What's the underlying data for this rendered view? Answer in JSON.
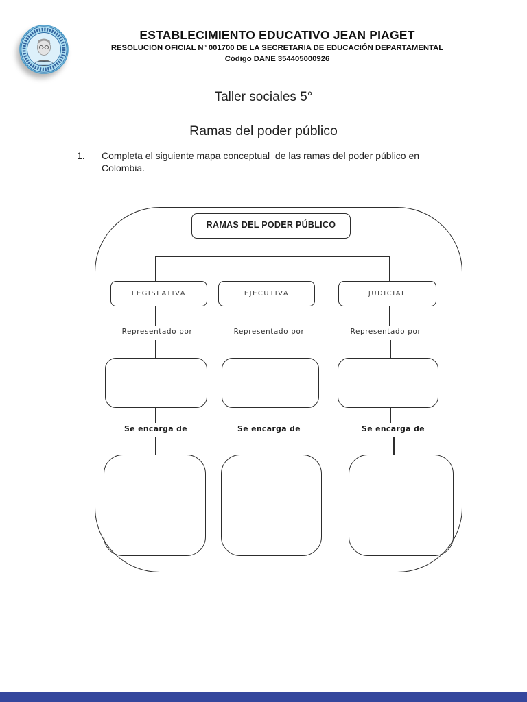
{
  "header": {
    "school_name": "ESTABLECIMIENTO EDUCATIVO JEAN PIAGET",
    "resolution": "RESOLUCION OFICIAL Nº 001700 DE LA SECRETARIA DE EDUCACIÓN DEPARTAMENTAL",
    "dane_code": "Código DANE 354405000926",
    "logo": "jean-piaget-school-seal"
  },
  "document": {
    "title": "Taller sociales 5°",
    "subtitle": "Ramas del poder público",
    "instruction_number": "1.",
    "instruction_text": "Completa el siguiente mapa conceptual  de las ramas del poder público en Colombia."
  },
  "concept_map": {
    "root_label": "RAMAS DEL PODER PÚBLICO",
    "branches": [
      {
        "label": "LEGISLATIVA",
        "represented_by_label": "Representado por",
        "in_charge_label": "Se encarga de"
      },
      {
        "label": "EJECUTIVA",
        "represented_by_label": "Representado por",
        "in_charge_label": "Se encarga de"
      },
      {
        "label": "JUDICIAL",
        "represented_by_label": "Representado por",
        "in_charge_label": "Se encarga de"
      }
    ]
  },
  "footer": {
    "bar_color": "#35479d"
  },
  "colors": {
    "ink": "#2d2d2d",
    "paper": "#ffffff",
    "logo_blue": "#aedff2",
    "logo_ring_blue": "#1d4e8f"
  }
}
